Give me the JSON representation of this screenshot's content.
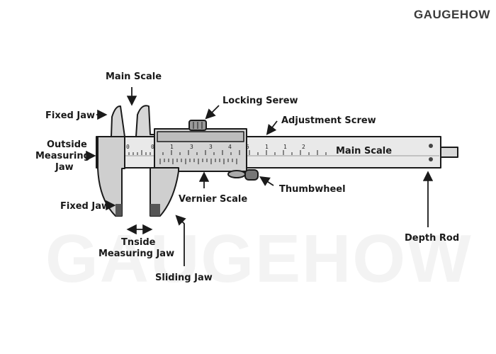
{
  "brand": {
    "name": "GAUGEHOW",
    "watermark": "GAUGEHOW"
  },
  "scale_marks": {
    "main_numbers": [
      "0",
      "0",
      "1",
      "3",
      "3",
      "4",
      "5",
      "1",
      "1",
      "2"
    ],
    "beam_label": "Main Scale"
  },
  "labels": {
    "main_scale_top": "Main Scale",
    "fixed_jaw_top": "Fixed Jaw",
    "locking_screw": "Locking Serew",
    "adjustment_screw": "Adjustment Screw",
    "outside_jaw": [
      "Outside",
      "Measuring",
      "Jaw"
    ],
    "thumbwheel": "Thumbwheel",
    "vernier_scale": "Vernier Scale",
    "fixed_jaw_bottom": "Fixed Jaw",
    "inside_jaw": [
      "Tnside",
      "Measuring Jaw"
    ],
    "sliding_jaw": "Sliding Jaw",
    "depth_rod": "Depth Rod"
  }
}
